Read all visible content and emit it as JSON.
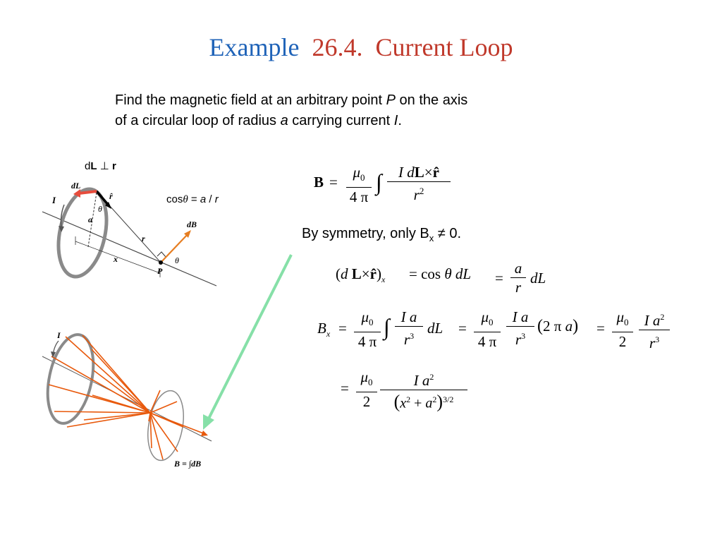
{
  "title": {
    "example": "Example",
    "number": "26.4.",
    "name": "Current Loop",
    "colors": {
      "example": "#1f63b8",
      "rest": "#c0392b"
    }
  },
  "problem": {
    "line1_pre": "Find the magnetic field at an arbitrary point ",
    "point": "P",
    "line1_post": " on the axis",
    "line2_pre": "of a circular loop of radius ",
    "radius": "a",
    "line2_mid": " carrying current ",
    "current": "I",
    "line2_post": "."
  },
  "figure_top": {
    "dl_perp_r": {
      "d": "d",
      "L": "L",
      "perp": "⊥",
      "r": "r"
    },
    "cos_relation": {
      "cos": "cos",
      "theta": "θ",
      "eq": " = ",
      "a": "a",
      "slash": " / ",
      "r": "r"
    },
    "labels": {
      "I": "I",
      "dL": "dL",
      "rhat": "r̂",
      "theta": "θ",
      "a": "a",
      "r": "r",
      "x": "x",
      "P": "P",
      "dB": "dB",
      "theta2": "θ"
    }
  },
  "figure_bottom": {
    "labels": {
      "I": "I",
      "B_eq": "B = ∫dB"
    }
  },
  "symmetry": {
    "pre": "By symmetry, only B",
    "sub": "x",
    "post": " ≠ 0."
  },
  "equations": {
    "biot": {
      "B": "B",
      "eq": "=",
      "mu": "μ",
      "zero": "0",
      "four_pi": "4 π",
      "integral": "∫",
      "num": "I dL×r̂",
      "den": "r",
      "exp2": "2"
    },
    "cross": {
      "lhs": "d L×r̂",
      "sub": "x",
      "eq1": "= cos θ dL",
      "eq2": "=",
      "a": "a",
      "r": "r",
      "dL": "dL"
    },
    "bx": {
      "B": "B",
      "sub": "x",
      "eq": "=",
      "mu": "μ",
      "zero": "0",
      "four_pi": "4 π",
      "two": "2",
      "Ia": "I a",
      "r": "r",
      "exp3": "3",
      "dL": "dL",
      "two_pi_a": "2 π a",
      "a": "a",
      "exp2": "2"
    },
    "final": {
      "eq": "=",
      "mu": "μ",
      "zero": "0",
      "two": "2",
      "Ia": "I a",
      "exp2": "2",
      "x": "x",
      "plus": "+",
      "a": "a",
      "exp32": "3/2"
    }
  }
}
